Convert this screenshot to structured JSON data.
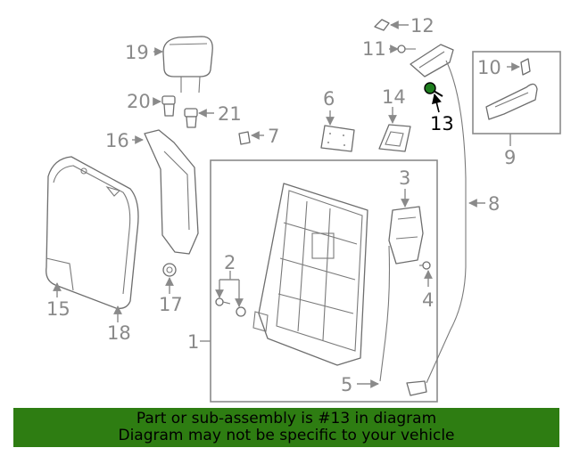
{
  "callouts": [
    "1",
    "2",
    "3",
    "4",
    "5",
    "6",
    "7",
    "8",
    "9",
    "10",
    "11",
    "12",
    "13",
    "14",
    "15",
    "16",
    "17",
    "18",
    "19",
    "20",
    "21"
  ],
  "highlighted_part": "13",
  "banner": {
    "line1": "Part or sub-assembly is #13 in diagram",
    "line2": "Diagram may not be specific to your vehicle",
    "background": "#2e7d12"
  },
  "colors": {
    "line": "#8a8a8a",
    "highlight": "#000000",
    "highlight_part": "#1e7d1e"
  }
}
